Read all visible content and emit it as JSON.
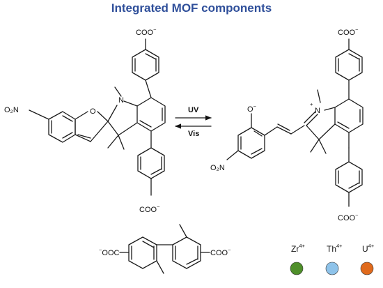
{
  "title": "Integrated MOF components",
  "colors": {
    "title": "#2f4f9a",
    "zr": "#4f8f2a",
    "th": "#8ec3ea",
    "u": "#e06a1c"
  },
  "carboxylate": "COO",
  "charge_minus": "−",
  "nitro": "O₂N",
  "atoms": {
    "n": "N",
    "o": "O",
    "o_minus": "O",
    "plus": "+"
  },
  "arrows": {
    "forward": "UV",
    "reverse": "Vis"
  },
  "linker_left_label": "OOC",
  "ions": [
    {
      "symbol": "Zr",
      "charge": "4+",
      "color": "#4f8f2a"
    },
    {
      "symbol": "Th",
      "charge": "4+",
      "color": "#8ec3ea"
    },
    {
      "symbol": "U",
      "charge": "4+",
      "color": "#e06a1c"
    }
  ]
}
